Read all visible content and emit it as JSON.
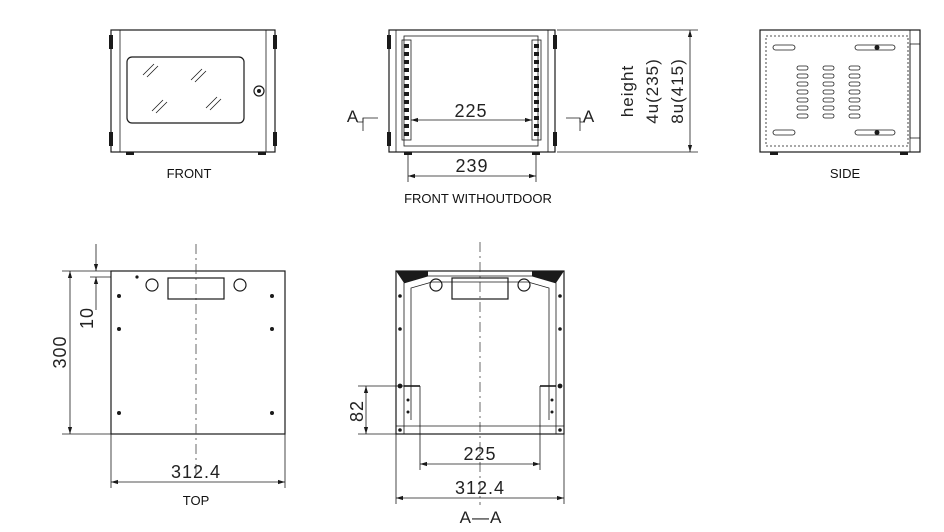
{
  "views": {
    "front": {
      "label": "FRONT"
    },
    "front_without_door": {
      "label": "FRONT WITHOUTDOOR",
      "inner_width": "225",
      "outer_width": "239",
      "section_mark_left": "A",
      "section_mark_right": "A"
    },
    "side": {
      "label": "SIDE"
    },
    "top": {
      "label": "TOP",
      "depth": "300",
      "offset": "10",
      "width": "312.4"
    },
    "section": {
      "label": "A—A",
      "inner_width": "225",
      "outer_width": "312.4",
      "base_height": "82"
    }
  },
  "height_note": {
    "line1": "height",
    "line2": "4u(235)",
    "line3": "8u(415)"
  }
}
